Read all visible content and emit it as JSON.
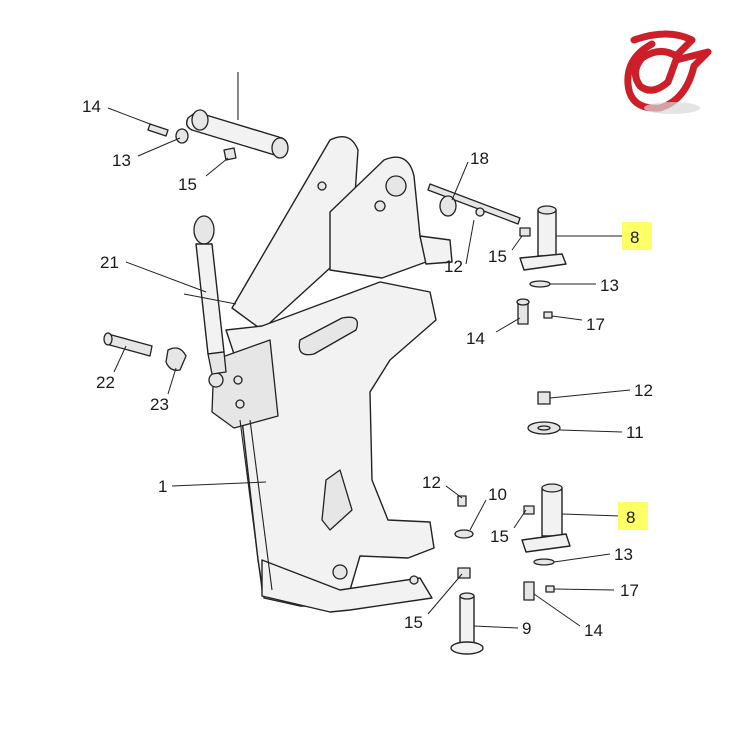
{
  "logo": {
    "color": "#cc1f2a"
  },
  "highlight_color": "#ffff66",
  "callouts": [
    {
      "id": "c14a",
      "text": "14"
    },
    {
      "id": "c13a",
      "text": "13"
    },
    {
      "id": "c15a",
      "text": "15"
    },
    {
      "id": "c18",
      "text": "18"
    },
    {
      "id": "c15b",
      "text": "15"
    },
    {
      "id": "c12a",
      "text": "12"
    },
    {
      "id": "c8a",
      "text": "8",
      "highlighted": true
    },
    {
      "id": "c21",
      "text": "21"
    },
    {
      "id": "c13b",
      "text": "13"
    },
    {
      "id": "c14b",
      "text": "14"
    },
    {
      "id": "c17a",
      "text": "17"
    },
    {
      "id": "c22",
      "text": "22"
    },
    {
      "id": "c23",
      "text": "23"
    },
    {
      "id": "c12b",
      "text": "12"
    },
    {
      "id": "c11",
      "text": "11"
    },
    {
      "id": "c1",
      "text": "1"
    },
    {
      "id": "c12c",
      "text": "12"
    },
    {
      "id": "c10",
      "text": "10"
    },
    {
      "id": "c15c",
      "text": "15"
    },
    {
      "id": "c8b",
      "text": "8",
      "highlighted": true
    },
    {
      "id": "c13c",
      "text": "13"
    },
    {
      "id": "c17b",
      "text": "17"
    },
    {
      "id": "c15d",
      "text": "15"
    },
    {
      "id": "c9",
      "text": "9"
    },
    {
      "id": "c14c",
      "text": "14"
    }
  ]
}
